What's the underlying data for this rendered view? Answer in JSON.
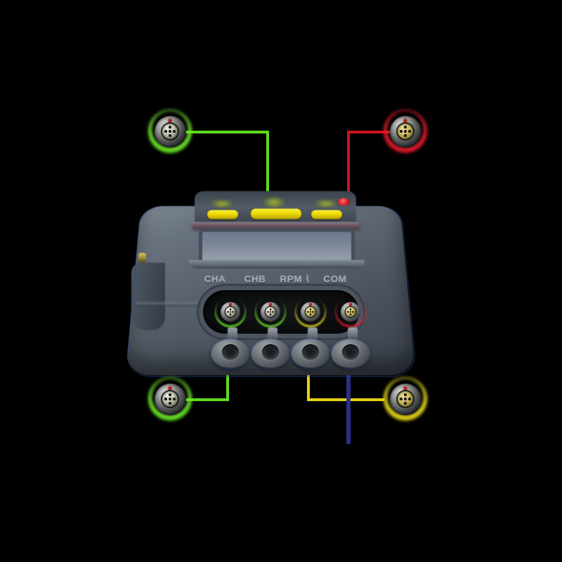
{
  "diagram": {
    "title": "Instrument connector panel callout diagram",
    "background_color": "#000000"
  },
  "device": {
    "name": "Handheld diagnostic instrument",
    "body_color": "#59626d",
    "screen_color": "#7b8597",
    "led_color": "#e0262c",
    "keys": [
      {
        "name": "left-softkey",
        "color": "#ecd700"
      },
      {
        "name": "center-softkey",
        "color": "#ecd700"
      },
      {
        "name": "right-softkey",
        "color": "#ecd700"
      }
    ]
  },
  "ports": [
    {
      "id": "cha",
      "label": "CHA",
      "ring_color": "#3fb40c",
      "color_name": "green"
    },
    {
      "id": "chb",
      "label": "CHB",
      "ring_color": "#3fb40c",
      "color_name": "green"
    },
    {
      "id": "rpm",
      "label": "RPM ⌇",
      "ring_color": "#bda806",
      "color_name": "yellow"
    },
    {
      "id": "com",
      "label": "COM",
      "ring_color": "#ab0c16",
      "color_name": "red"
    }
  ],
  "callouts": [
    {
      "id": "callout-top-left",
      "ring_color": "#43bb0d",
      "color_name": "green",
      "leader_color": "#5ddb1f",
      "connects_to": "CHB"
    },
    {
      "id": "callout-top-right",
      "ring_color": "#b20d18",
      "color_name": "red",
      "leader_color": "#cc1420",
      "connects_to": "COM"
    },
    {
      "id": "callout-bottom-left",
      "ring_color": "#43bb0d",
      "color_name": "green",
      "leader_color": "#5ddb1f",
      "connects_to": "CHA"
    },
    {
      "id": "callout-bottom-right",
      "ring_color": "#c0ad08",
      "color_name": "yellow",
      "leader_color": "#e3d118",
      "connects_to": "RPM"
    }
  ],
  "extra_marker": {
    "id": "navy-vertical-line",
    "color": "#2b2f88"
  }
}
